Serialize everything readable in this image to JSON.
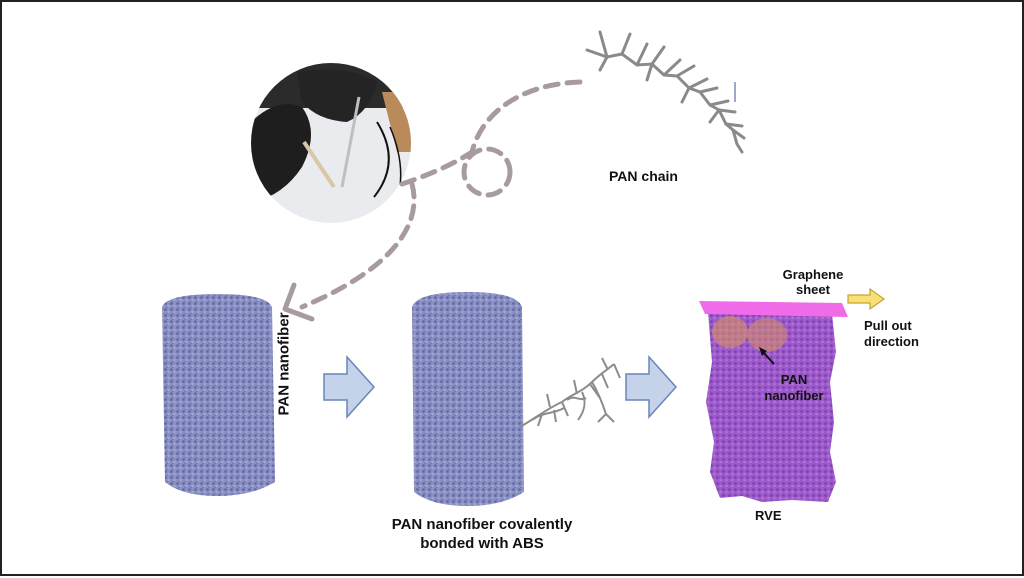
{
  "labels": {
    "pan_chain": "PAN chain",
    "pan_nanofiber_vertical": "PAN nanofiber",
    "bonded_caption_line1": "PAN nanofiber covalently",
    "bonded_caption_line2": "bonded with ABS",
    "graphene_line1": "Graphene",
    "graphene_line2": "sheet",
    "pull_out_line1": "Pull out",
    "pull_out_line2": "direction",
    "pan_nanofiber_rve_line1": "PAN",
    "pan_nanofiber_rve_line2": "nanofiber",
    "rve": "RVE"
  },
  "colors": {
    "dashed_arrow": "#a89b9e",
    "fiber_blue": "#7880b8",
    "block_arrow_fill": "#c5d3ea",
    "block_arrow_stroke": "#6a85b8",
    "graphene": "#f06be8",
    "rve_purple": "#9a55c8",
    "pull_arrow": "#f2cf4a"
  }
}
